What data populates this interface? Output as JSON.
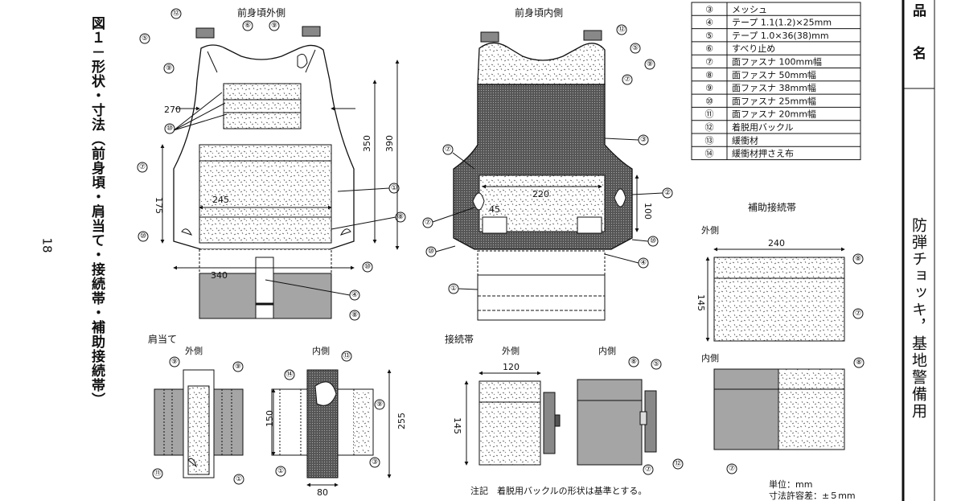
{
  "figure": {
    "title": "図１－形状・寸法（前身頃・肩当て・接続帯・補助接続帯）",
    "page_number": "18",
    "item_label": "品 名",
    "product_name": "防弾チョッキ，基地警備用"
  },
  "views": {
    "front_outer": "前身頃外側",
    "front_inner": "前身頃内側",
    "shoulder": "肩当て",
    "shoulder_outer": "外側",
    "shoulder_inner": "内側",
    "connector": "接続帯",
    "connector_outer": "外側",
    "connector_inner": "内側",
    "aux_connector": "補助接続帯",
    "aux_outer": "外側",
    "aux_inner": "内側"
  },
  "parts_table": [
    {
      "no": "③",
      "name": "メッシュ"
    },
    {
      "no": "④",
      "name": "テープ 1.1(1.2)×25mm"
    },
    {
      "no": "⑤",
      "name": "テープ 1.0×36(38)mm"
    },
    {
      "no": "⑥",
      "name": "すべり止め"
    },
    {
      "no": "⑦",
      "name": "面ファスナ 100mm幅"
    },
    {
      "no": "⑧",
      "name": "面ファスナ 50mm幅"
    },
    {
      "no": "⑨",
      "name": "面ファスナ 38mm幅"
    },
    {
      "no": "⑩",
      "name": "面ファスナ 25mm幅"
    },
    {
      "no": "⑪",
      "name": "面ファスナ 20mm幅"
    },
    {
      "no": "⑫",
      "name": "着脱用バックル"
    },
    {
      "no": "⑬",
      "name": "緩衝材"
    },
    {
      "no": "⑭",
      "name": "緩衝材押さえ布"
    }
  ],
  "callouts": {
    "c1": "①",
    "c2": "②",
    "c3": "③",
    "c4": "④",
    "c5": "⑤",
    "c6": "⑥",
    "c7": "⑦",
    "c8": "⑧",
    "c9": "⑨",
    "c10": "⑩",
    "c11": "⑪",
    "c12": "⑫",
    "c13": "⑬",
    "c14": "⑭"
  },
  "dimensions": {
    "d270": "270",
    "d350": "350",
    "d390": "390",
    "d175": "175",
    "d245": "245",
    "d340": "340",
    "d220": "220",
    "d45": "45",
    "d100": "100",
    "d240": "240",
    "d145": "145",
    "d120": "120",
    "d150": "150",
    "d255": "255",
    "d80": "80"
  },
  "notes": {
    "note": "注記　着脱用バックルの形状は基準とする。",
    "unit": "単位：mm",
    "tolerance": "寸法許容差：±５mm"
  }
}
